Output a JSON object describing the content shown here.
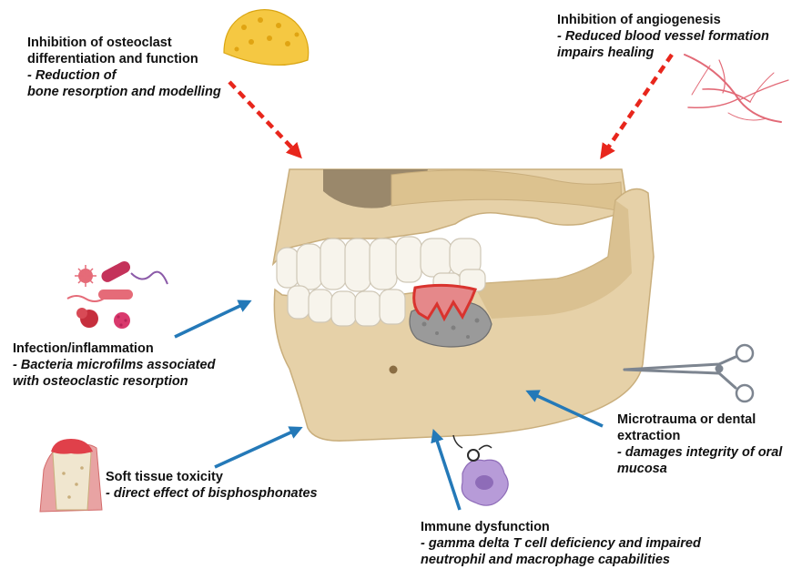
{
  "factors": {
    "osteoclast": {
      "title": [
        "Inhibition of osteoclast",
        "differentiation and function"
      ],
      "detail": [
        "- Reduction of",
        "bone resorption and modelling"
      ]
    },
    "angiogenesis": {
      "title": [
        "Inhibition of angiogenesis"
      ],
      "detail": [
        "- Reduced blood vessel formation",
        "impairs healing"
      ]
    },
    "infection": {
      "title": [
        "Infection/inflammation"
      ],
      "detail": [
        "- Bacteria microfilms associated",
        "with osteoclastic resorption"
      ]
    },
    "microtrauma": {
      "title": [
        "Microtrauma or dental",
        "extraction"
      ],
      "detail": [
        "- damages integrity of oral",
        "mucosa"
      ]
    },
    "soft_tissue": {
      "title": [
        "Soft tissue toxicity"
      ],
      "detail": [
        "- direct effect of bisphosphonates"
      ]
    },
    "immune": {
      "title": [
        "Immune dysfunction"
      ],
      "detail": [
        "- gamma delta T cell deficiency and impaired",
        "neutrophil and macrophage capabilities"
      ]
    }
  },
  "colors": {
    "inhibition_arrow": "#e8261c",
    "contributing_arrow": "#2479b8",
    "bone": "#e6d1a8",
    "tooth": "#f7f4ec"
  },
  "icons": {
    "osteoclast": "osteoclast-cell-icon",
    "angiogenesis": "blood-vessels-icon",
    "infection": "bacteria-icon",
    "microtrauma": "dental-forceps-icon",
    "soft_tissue": "tooth-gum-cross-section-icon",
    "immune": "macrophage-cell-icon",
    "center": "jaw-skull-icon"
  }
}
